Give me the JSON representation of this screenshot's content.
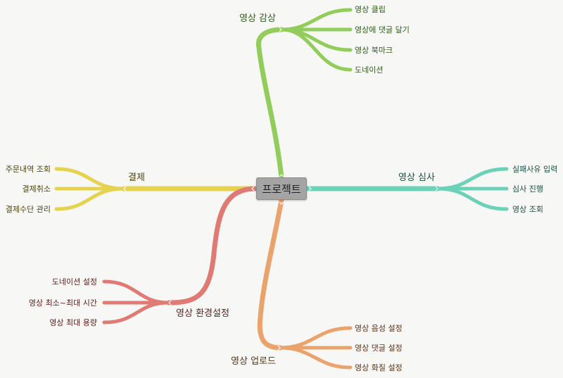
{
  "root": {
    "label": "프로젝트"
  },
  "colors": {
    "top": "#92cd5c",
    "right": "#6bd1b7",
    "left": "#e5d24f",
    "bottom_left": "#df7a74",
    "bottom": "#eba36e",
    "text_top": "#2e5d18",
    "text_right": "#1b4f45",
    "text_left": "#4d4410",
    "text_bottom_left": "#5a1e1b",
    "text_bottom": "#5a3217"
  },
  "branches": {
    "top": {
      "label": "영상 감상",
      "leaves": [
        "영상 클립",
        "영상에 댓글 달기",
        "영상 북마크",
        "도네이션"
      ]
    },
    "right": {
      "label": "영상 심사",
      "leaves": [
        "실패사유 입력",
        "심사 진행",
        "영상 조회"
      ]
    },
    "left": {
      "label": "결제",
      "leaves": [
        "주문내역 조회",
        "결제취소",
        "결제수단 관리"
      ]
    },
    "bottom_left": {
      "label": "영상 환경설정",
      "leaves": [
        "도네이션 설정",
        "영상 최소~최대 시간",
        "영상 최대 용량"
      ]
    },
    "bottom": {
      "label": "영상 업로드",
      "leaves": [
        "영상 음성 설정",
        "영상 댓글 설정",
        "영상 화질 설정"
      ]
    }
  }
}
